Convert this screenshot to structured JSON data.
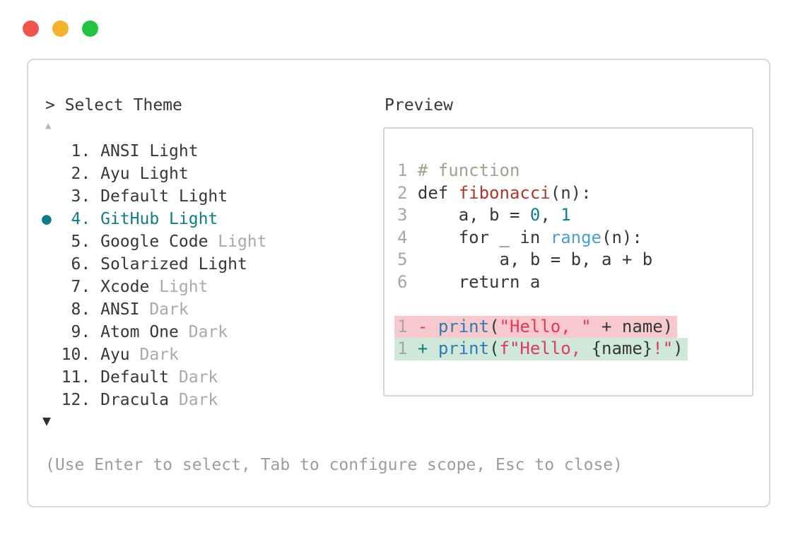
{
  "palette": {
    "accent_teal": "#0e7c8a",
    "text_dark": "#34383d",
    "text_muted": "#a9a9a9",
    "hint_gray": "#9c9c9c",
    "line_number_gray": "#a6a6a6",
    "comment_olive": "#9ba48e",
    "function_red": "#b0352f",
    "number_teal": "#0f7f8a",
    "range_blue": "#4aa0d5",
    "print_blue": "#2d7cb5",
    "string_crimson": "#e13a5e",
    "diff_minus_red": "#d1405a",
    "diff_plus_teal": "#12807a",
    "diff_removed_bg": "#f8c9cc",
    "diff_added_bg": "#cfe8da",
    "window_border": "#d9d9d9",
    "preview_border": "#d4d4d4",
    "scroll_up_gray": "#b5b5b5",
    "scroll_down_dark": "#2c3136",
    "traffic_red": "#f0554e",
    "traffic_yellow": "#f0b32a",
    "traffic_green": "#22c43d"
  },
  "window": {
    "prompt": "> Select Theme",
    "scroll_up_icon": "▲",
    "scroll_down_icon": "▼",
    "hint": "(Use Enter to select, Tab to configure scope, Esc to close)"
  },
  "theme_list": {
    "selected_number": "4",
    "items": [
      {
        "num": "1",
        "name": "ANSI Light",
        "muted": "",
        "selected": false
      },
      {
        "num": "2",
        "name": "Ayu Light",
        "muted": "",
        "selected": false
      },
      {
        "num": "3",
        "name": "Default Light",
        "muted": "",
        "selected": false
      },
      {
        "num": "4",
        "name": "GitHub Light",
        "muted": "",
        "selected": true
      },
      {
        "num": "5",
        "name": "Google Code",
        "muted": "Light",
        "selected": false
      },
      {
        "num": "6",
        "name": "Solarized Light",
        "muted": "",
        "selected": false
      },
      {
        "num": "7",
        "name": "Xcode",
        "muted": "Light",
        "selected": false
      },
      {
        "num": "8",
        "name": "ANSI",
        "muted": "Dark",
        "selected": false
      },
      {
        "num": "9",
        "name": "Atom One",
        "muted": "Dark",
        "selected": false
      },
      {
        "num": "10",
        "name": "Ayu",
        "muted": "Dark",
        "selected": false
      },
      {
        "num": "11",
        "name": "Default",
        "muted": "Dark",
        "selected": false
      },
      {
        "num": "12",
        "name": "Dracula",
        "muted": "Dark",
        "selected": false
      }
    ]
  },
  "preview": {
    "label": "Preview",
    "code_lines": [
      {
        "num": "1",
        "bg": "",
        "tokens": [
          [
            "comment",
            "# function"
          ]
        ]
      },
      {
        "num": "2",
        "bg": "",
        "tokens": [
          [
            "plain",
            "def "
          ],
          [
            "func",
            "fibonacci"
          ],
          [
            "plain",
            "(n):"
          ]
        ]
      },
      {
        "num": "3",
        "bg": "",
        "tokens": [
          [
            "plain",
            "    a, b = "
          ],
          [
            "number",
            "0"
          ],
          [
            "plain",
            ", "
          ],
          [
            "number",
            "1"
          ]
        ]
      },
      {
        "num": "4",
        "bg": "",
        "tokens": [
          [
            "plain",
            "    for _ in "
          ],
          [
            "range",
            "range"
          ],
          [
            "plain",
            "(n):"
          ]
        ]
      },
      {
        "num": "5",
        "bg": "",
        "tokens": [
          [
            "plain",
            "        a, b = b, a + b"
          ]
        ]
      },
      {
        "num": "6",
        "bg": "",
        "tokens": [
          [
            "plain",
            "    return a"
          ]
        ]
      },
      {
        "num": "",
        "bg": "",
        "tokens": []
      },
      {
        "num": "1",
        "bg": "removed",
        "tokens": [
          [
            "minus",
            "- "
          ],
          [
            "print",
            "print"
          ],
          [
            "plain",
            "("
          ],
          [
            "string",
            "\"Hello, \""
          ],
          [
            "plain",
            " + name)"
          ]
        ]
      },
      {
        "num": "1",
        "bg": "added",
        "tokens": [
          [
            "plus",
            "+ "
          ],
          [
            "print",
            "print"
          ],
          [
            "plain",
            "("
          ],
          [
            "string",
            "f\"Hello, "
          ],
          [
            "plain",
            "{name}"
          ],
          [
            "string",
            "!\""
          ],
          [
            "plain",
            ")"
          ]
        ]
      }
    ]
  }
}
